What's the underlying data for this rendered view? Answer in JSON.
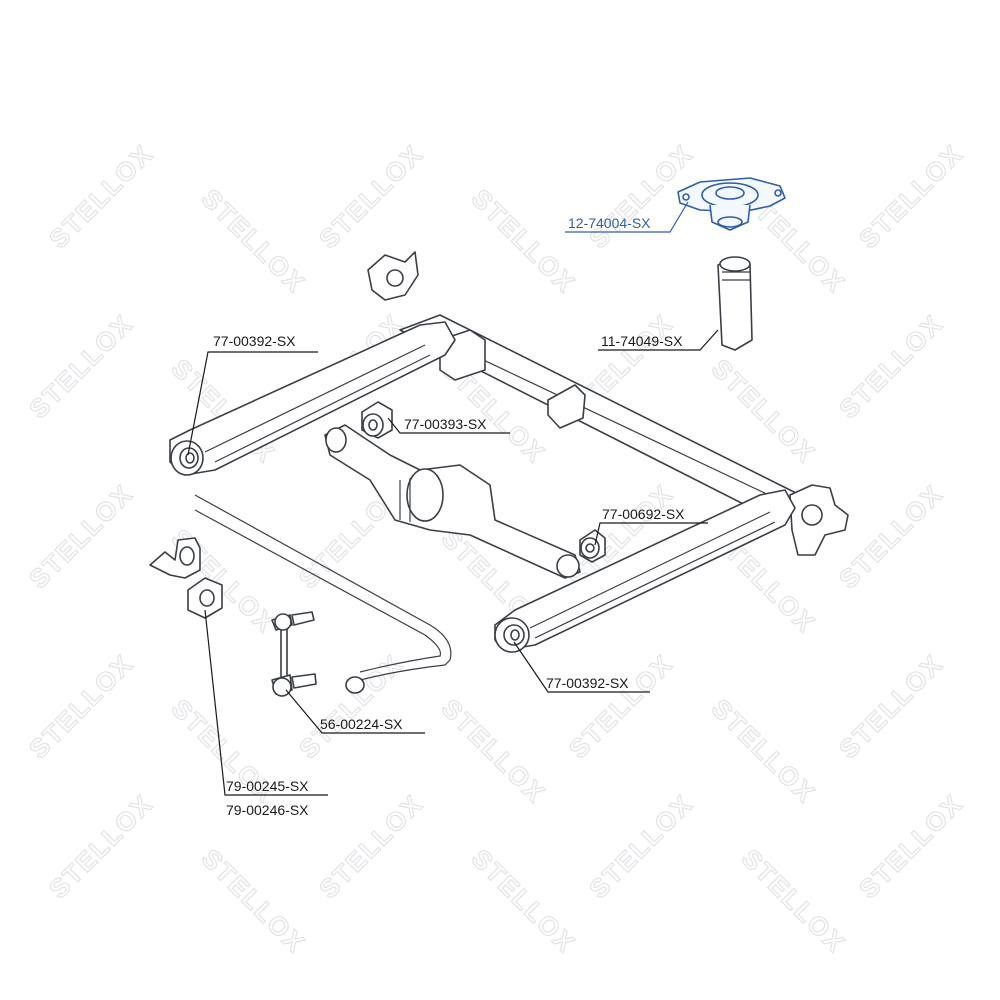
{
  "watermark": {
    "text": "STELLOX"
  },
  "parts": [
    {
      "id": "12-74004-SX",
      "label": "12-74004-SX",
      "highlighted": true
    },
    {
      "id": "11-74049-SX",
      "label": "11-74049-SX",
      "highlighted": false
    },
    {
      "id": "77-00392-SX-left",
      "label": "77-00392-SX",
      "highlighted": false
    },
    {
      "id": "77-00393-SX",
      "label": "77-00393-SX",
      "highlighted": false
    },
    {
      "id": "77-00692-SX",
      "label": "77-00692-SX",
      "highlighted": false
    },
    {
      "id": "77-00392-SX-right",
      "label": "77-00392-SX",
      "highlighted": false
    },
    {
      "id": "56-00224-SX",
      "label": "56-00224-SX",
      "highlighted": false
    },
    {
      "id": "79-00245-SX",
      "label": "79-00245-SX",
      "highlighted": false
    },
    {
      "id": "79-00246-SX",
      "label": "79-00246-SX",
      "highlighted": false
    }
  ],
  "colors": {
    "highlight": "#2f5fa8",
    "line": "#3a3f46",
    "watermark": "#e1e3e6"
  }
}
